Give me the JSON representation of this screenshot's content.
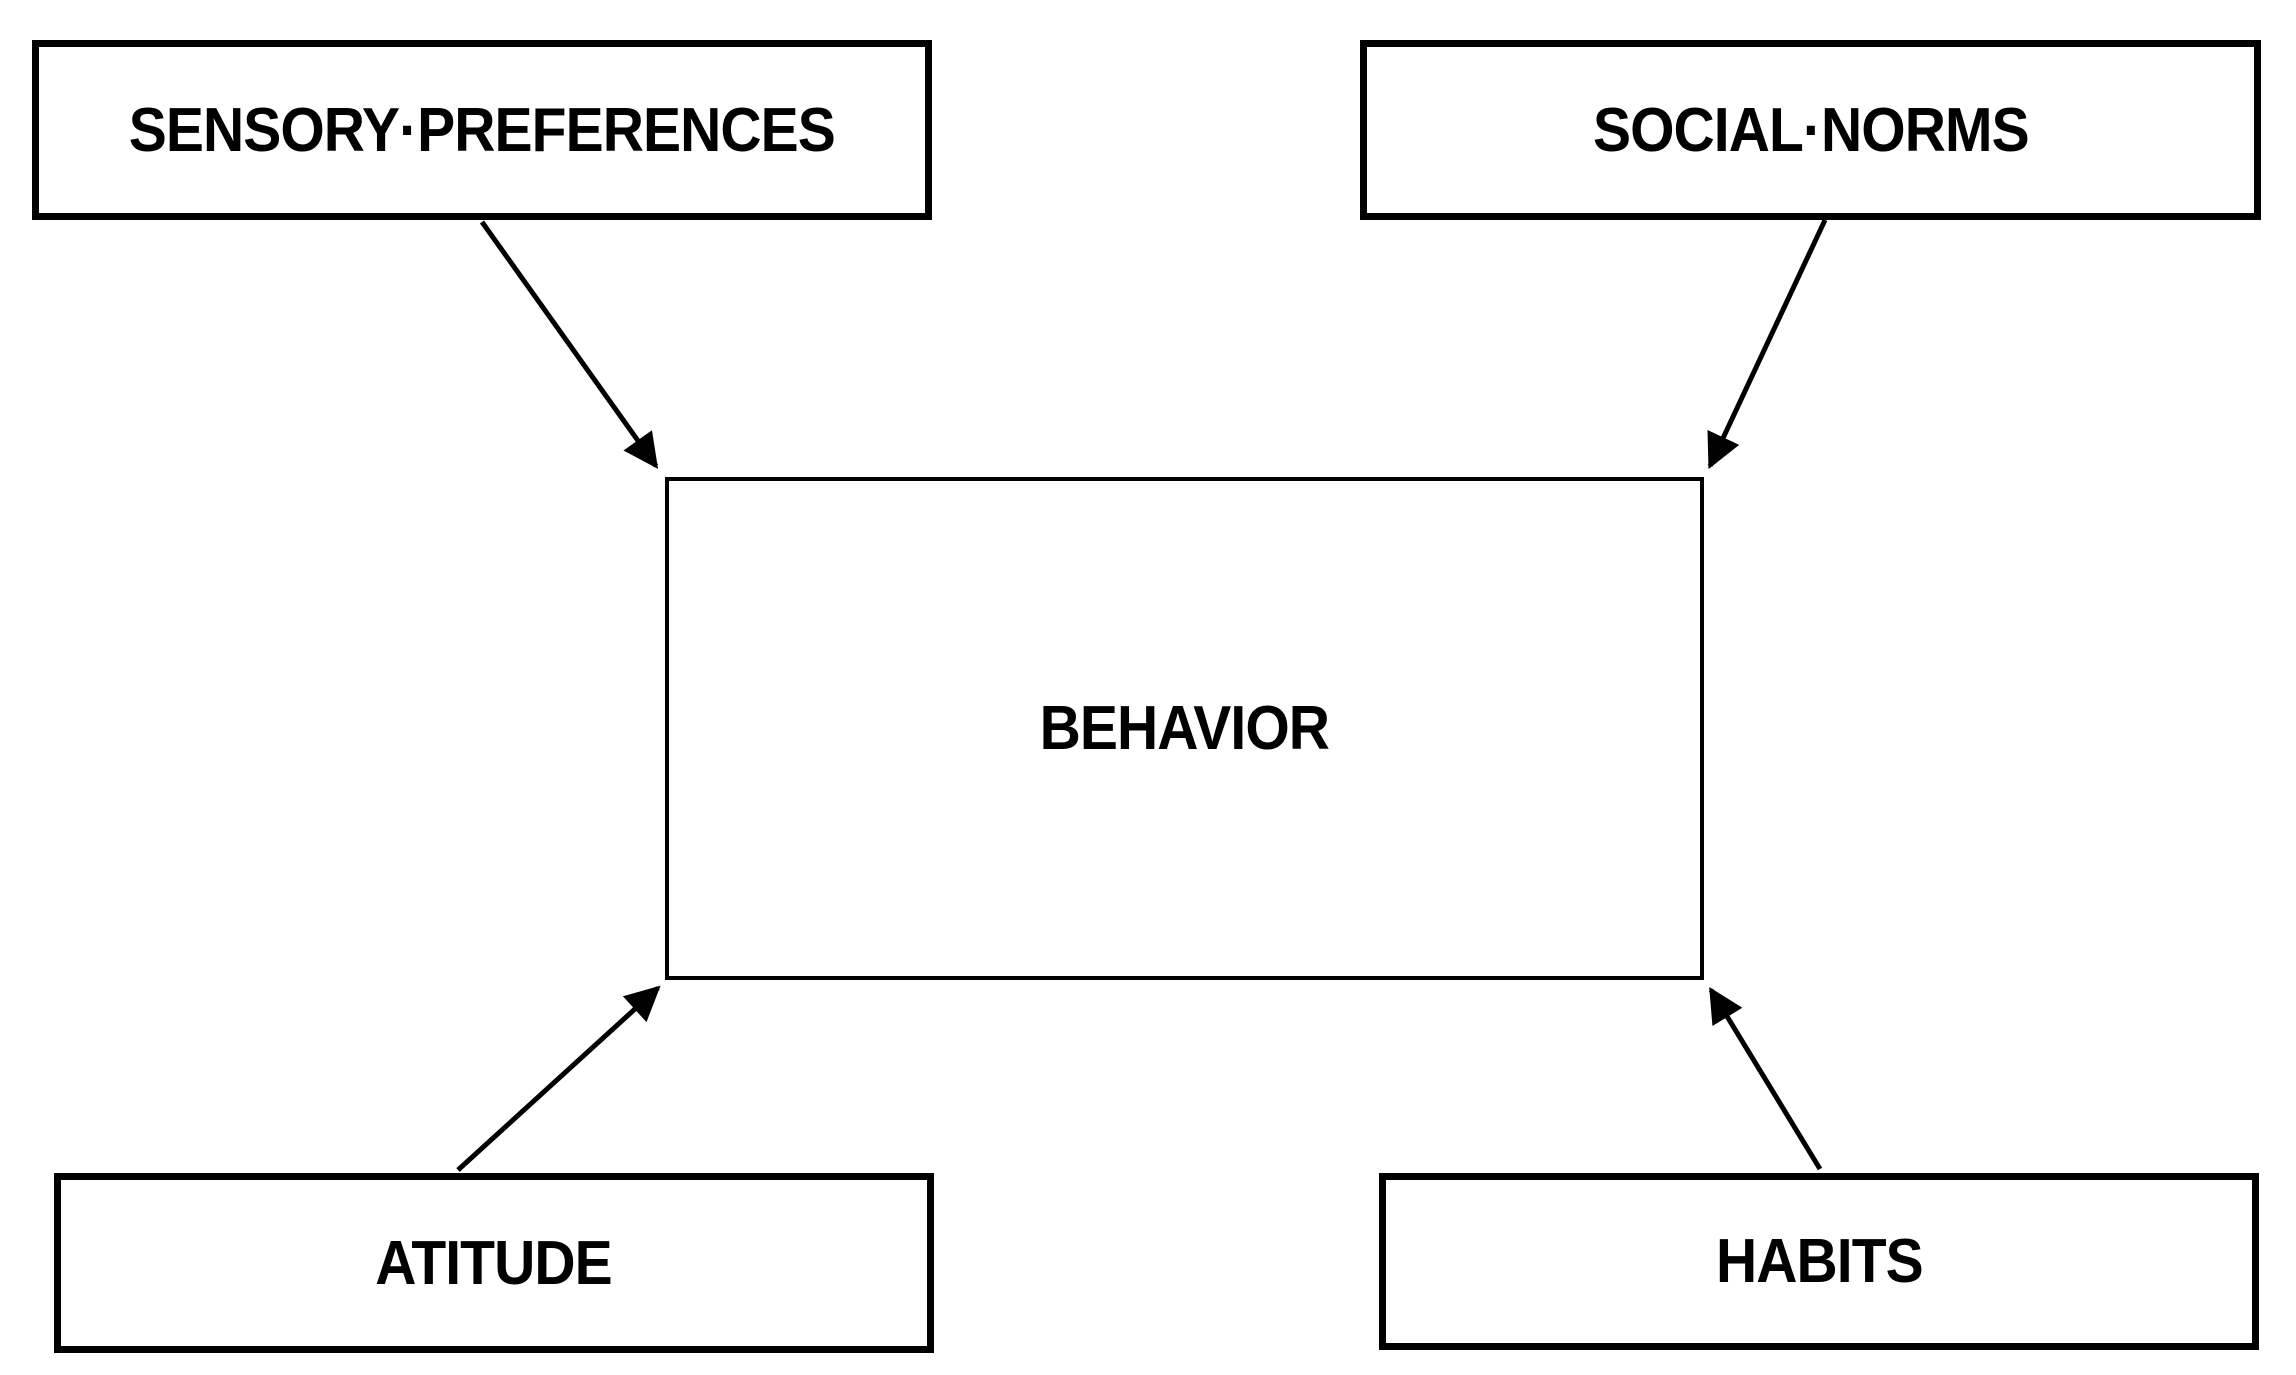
{
  "diagram": {
    "description": "Concept diagram of factors influencing behavior",
    "center_node": {
      "id": "behavior",
      "label": "BEHAVIOR"
    },
    "nodes": [
      {
        "id": "sensory-preferences",
        "label": "SENSORY·PREFERENCES",
        "position": "top-left"
      },
      {
        "id": "social-norms",
        "label": "SOCIAL·NORMS",
        "position": "top-right"
      },
      {
        "id": "atitude",
        "label": "ATITUDE",
        "position": "bottom-left"
      },
      {
        "id": "habits",
        "label": "HABITS",
        "position": "bottom-right"
      }
    ],
    "edges": [
      {
        "from": "sensory-preferences",
        "to": "behavior",
        "arrowhead": "at-behavior"
      },
      {
        "from": "social-norms",
        "to": "behavior",
        "arrowhead": "at-behavior"
      },
      {
        "from": "atitude",
        "to": "behavior",
        "arrowhead": "at-behavior"
      },
      {
        "from": "habits",
        "to": "behavior",
        "arrowhead": "at-behavior"
      }
    ],
    "colors": {
      "line": "#000000",
      "box_border": "#000000",
      "box_fill": "#ffffff",
      "background": "#ffffff",
      "text": "#000000"
    }
  }
}
